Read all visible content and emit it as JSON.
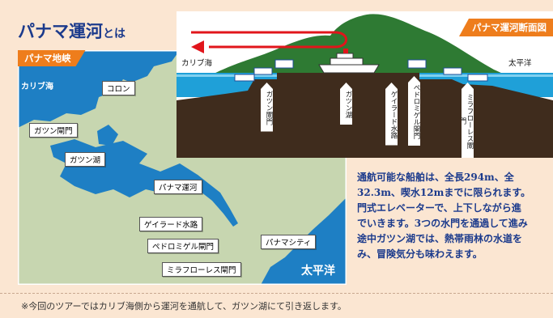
{
  "title": {
    "main": "パナマ運河",
    "suffix": "とは"
  },
  "map": {
    "header": "パナマ地峡",
    "sea_caribbean": "カリブ海",
    "sea_pacific": "太平洋",
    "labels": {
      "colon": "コロン",
      "gatun_locks": "ガツン閘門",
      "gatun_lake": "ガツン湖",
      "panama_canal": "パナマ運河",
      "gaillard_cut": "ゲイラード水路",
      "pedro_miguel_locks": "ペドロミゲル閘門",
      "panama_city": "パナマシティ",
      "miraflores_locks": "ミラフローレス閘門"
    },
    "colors": {
      "land": "#c7d6b0",
      "water": "#1e7fc4",
      "accent": "#ee7d1c"
    }
  },
  "section": {
    "header": "パナマ運河断面図",
    "left_label": "カリブ海",
    "right_label": "太平洋",
    "locks": {
      "gatun_locks": "ガツン閘門",
      "gatun_lake": "ガツン湖",
      "gaillard_cut": "ゲイラード水路",
      "pedro_miguel": "ペドロミゲル閘門",
      "miraflores": "ミラフローレス閘門"
    },
    "colors": {
      "water": "#1fa0d8",
      "ground": "#3f2c1d",
      "hill": "#2e7a33",
      "arrow": "#e1151b"
    }
  },
  "description": "通航可能な船舶は、全長294m、全\n32.3m、喫水12mまでに限られます。\n門式エレベーターで、上下しながら進\nでいきます。3つの水門を通過して進み\n途中ガツン湖では、熱帯雨林の水道を\nみ、冒険気分も味わえます。",
  "footnote": "※今回のツアーではカリブ海側から運河を通航して、ガツン湖にて引き返します。"
}
